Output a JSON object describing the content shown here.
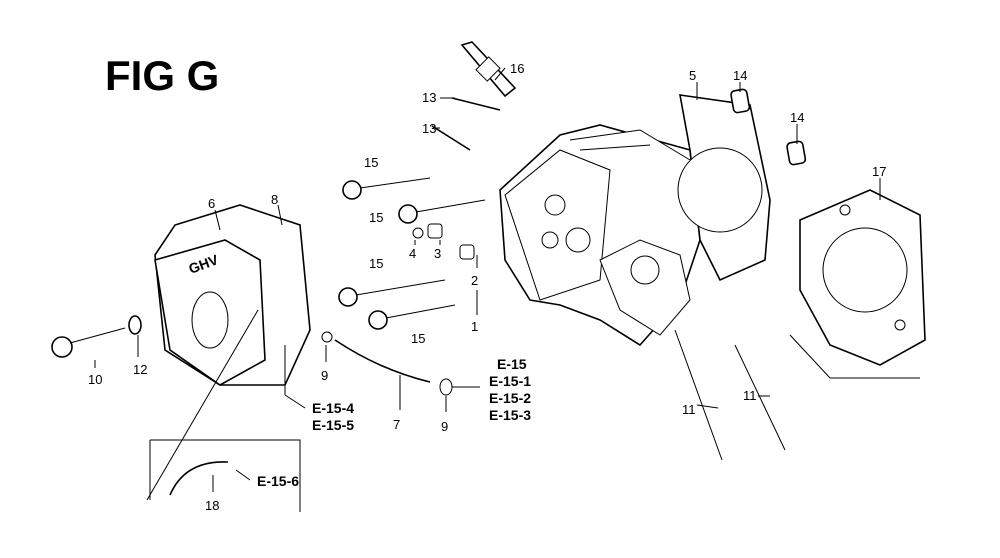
{
  "title": "FIG G",
  "part_labels": {
    "p16": "16",
    "p13a": "13",
    "p13b": "13",
    "p5": "5",
    "p14a": "14",
    "p14b": "14",
    "p17": "17",
    "p6": "6",
    "p8": "8",
    "p15a": "15",
    "p15b": "15",
    "p15c": "15",
    "p15d": "15",
    "p4": "4",
    "p3": "3",
    "p2": "2",
    "p1": "1",
    "p10": "10",
    "p12": "12",
    "p9a": "9",
    "p9b": "9",
    "p7": "7",
    "p11a": "11",
    "p11b": "11",
    "p18": "18"
  },
  "references": {
    "e15": "E-15",
    "e15_1": "E-15-1",
    "e15_2": "E-15-2",
    "e15_3": "E-15-3",
    "e15_4": "E-15-4",
    "e15_5": "E-15-5",
    "e15_6": "E-15-6"
  },
  "head_cover_marking": "GHV"
}
